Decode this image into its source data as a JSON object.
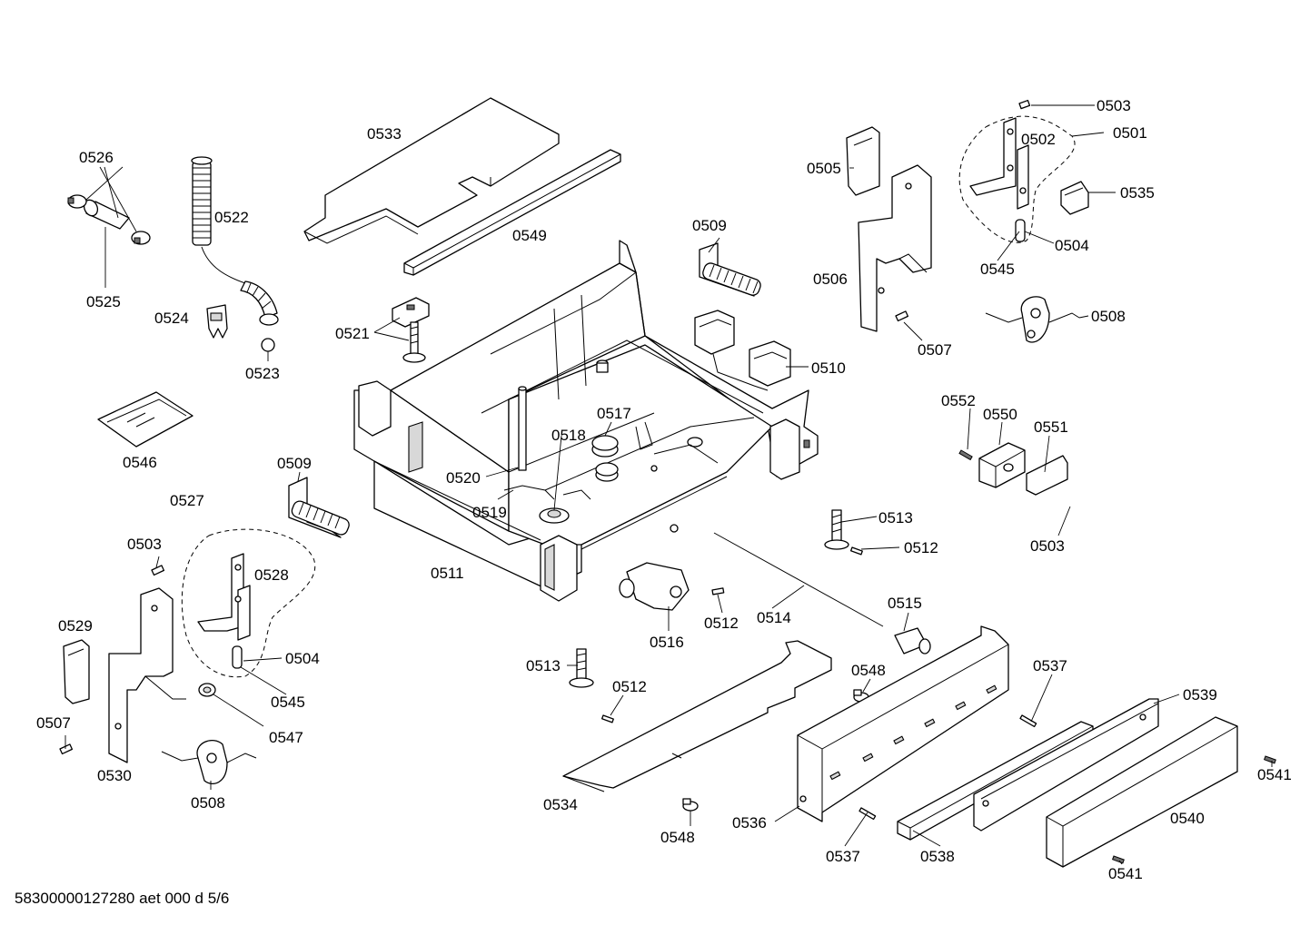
{
  "footer": "58300000127280 aet 000 d 5/6",
  "labels": {
    "l0503a": "0503",
    "l0501": "0501",
    "l0502": "0502",
    "l0535": "0535",
    "l0504a": "0504",
    "l0545a": "0545",
    "l0508a": "0508",
    "l0505": "0505",
    "l0506": "0506",
    "l0507a": "0507",
    "l0509a": "0509",
    "l0510": "0510",
    "l0533": "0533",
    "l0549": "0549",
    "l0526": "0526",
    "l0522": "0522",
    "l0525": "0525",
    "l0524": "0524",
    "l0523": "0523",
    "l0521": "0521",
    "l0546": "0546",
    "l0509b": "0509",
    "l0527": "0527",
    "l0503b": "0503",
    "l0528": "0528",
    "l0529": "0529",
    "l0504b": "0504",
    "l0545b": "0545",
    "l0507b": "0507",
    "l0547": "0547",
    "l0530": "0530",
    "l0508b": "0508",
    "l0517": "0517",
    "l0518": "0518",
    "l0520": "0520",
    "l0519": "0519",
    "l0511": "0511",
    "l0552": "0552",
    "l0550": "0550",
    "l0551": "0551",
    "l0503c": "0503",
    "l0513a": "0513",
    "l0512a": "0512",
    "l0516": "0516",
    "l0512b": "0512",
    "l0514": "0514",
    "l0515": "0515",
    "l0513b": "0513",
    "l0512c": "0512",
    "l0548a": "0548",
    "l0537a": "0537",
    "l0539": "0539",
    "l0534": "0534",
    "l0548b": "0548",
    "l0536": "0536",
    "l0537b": "0537",
    "l0538": "0538",
    "l0540": "0540",
    "l0541a": "0541",
    "l0541b": "0541"
  }
}
